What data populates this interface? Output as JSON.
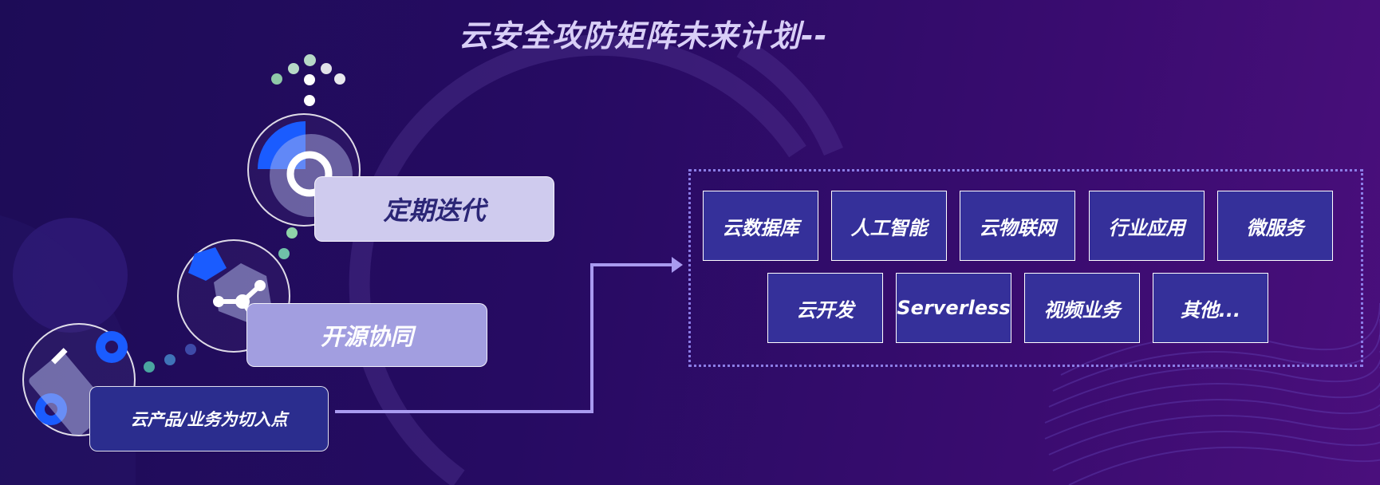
{
  "title": "云安全攻防矩阵未来计划--",
  "stages": [
    {
      "label": "定期迭代",
      "icon": "cycle-icon"
    },
    {
      "label": "开源协同",
      "icon": "share-network-icon"
    },
    {
      "label": "云产品/业务为切入点",
      "icon": "wrench-icon"
    }
  ],
  "targets": {
    "row1": [
      "云数据库",
      "人工智能",
      "云物联网",
      "行业应用",
      "微服务"
    ],
    "row2": [
      "云开发",
      "Serverless",
      "视频业务",
      "其他..."
    ]
  },
  "colors": {
    "accent_blue": "#1a5cff",
    "tile_fill": "#35309a",
    "dotted_border": "#8b7de6",
    "arrow": "#a99bf0"
  }
}
